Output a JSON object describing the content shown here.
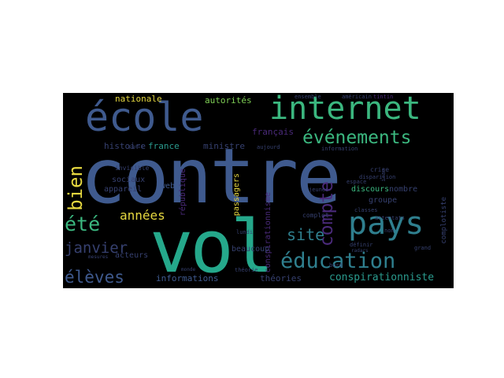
{
  "cloud": {
    "words": {
      "contre": "contre",
      "vol": "vol",
      "ecole": "école",
      "internet": "internet",
      "pays": "pays",
      "evenements": "événements",
      "education": "éducation",
      "ete": "été",
      "eleves": "élèves",
      "bien": "bien",
      "site": "site",
      "compte": "compte",
      "janvier": "janvier",
      "annees": "années",
      "conspirationniste": "conspirationniste",
      "informations": "informations",
      "theories": "théories",
      "nationale": "nationale",
      "autorites": "autorités",
      "histoire": "histoire",
      "france": "france",
      "ministre": "ministre",
      "francais": "français",
      "conspirationnisme": "conspirationnisme",
      "sociaux": "sociaux",
      "appareil": "appareil",
      "web": "web",
      "republique": "république",
      "beaucoup": "beaucoup",
      "passagers": "passagers",
      "discours": "discours",
      "groupe": "groupe",
      "nombre": "nombre",
      "complotiste": "complotiste",
      "acteurs": "acteurs",
      "invisible": "invisible",
      "ensemble": "ensemble",
      "americain": "américain",
      "tintin": "tintin",
      "lundi": "lundi",
      "complot": "complot",
      "crise": "crise",
      "espace": "espace",
      "jeunes": "jeunes",
      "disparition": "disparition",
      "classes": "classes",
      "attentats": "attentats",
      "grand": "grand",
      "definir": "définir",
      "bord": "bord",
      "theorie": "théorie",
      "mesures": "mesures",
      "monde": "monde",
      "paris": "paris",
      "aujourd": "aujourd",
      "information": "information",
      "iran": "iran",
      "radars": "radars",
      "non": "non"
    },
    "colors": {
      "background": "#000000",
      "blue": "#3f5a8e",
      "teal": "#25a88b",
      "green": "#3bb77f",
      "purple": "#4a2a7a",
      "yellow": "#e6d840"
    }
  }
}
